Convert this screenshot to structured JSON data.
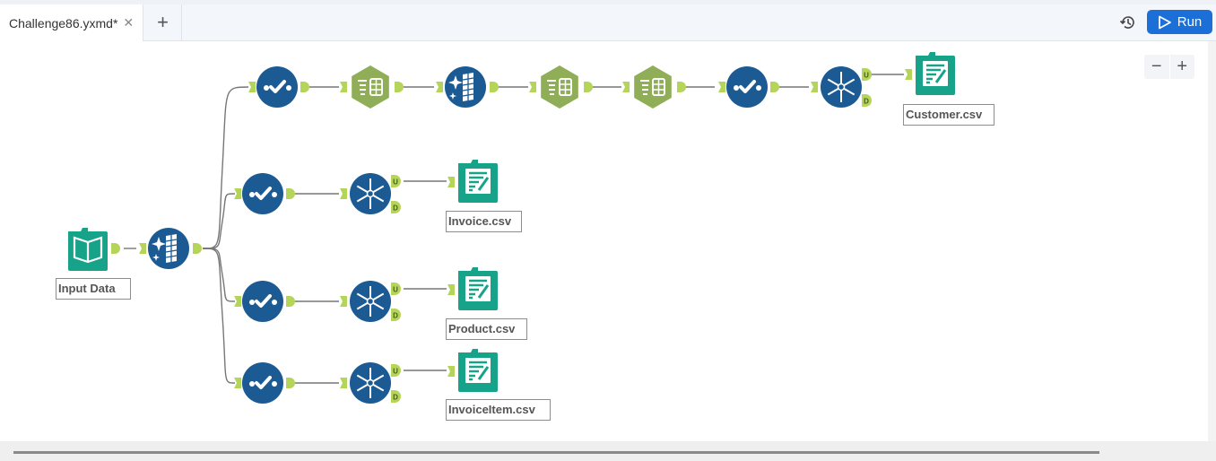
{
  "tab": {
    "title": "Challenge86.yxmd*",
    "close_icon": "close-icon"
  },
  "toolbar": {
    "new_tab": "+",
    "run_label": "Run",
    "history_icon": "history-icon",
    "run_icon": "play-icon"
  },
  "zoom": {
    "out": "−",
    "in": "+"
  },
  "colors": {
    "blue_tool": "#1c5a94",
    "green_tool": "#8fae57",
    "teal_io": "#17a38a",
    "anchor": "#b5d55a",
    "run": "#1b6fd6"
  },
  "workflow": {
    "input_label": "Input Data",
    "outputs": [
      {
        "label": "Customer.csv"
      },
      {
        "label": "Invoice.csv"
      },
      {
        "label": "Product.csv"
      },
      {
        "label": "InvoiceItem.csv"
      }
    ],
    "unique_anchor_u": "U",
    "unique_anchor_d": "D"
  }
}
